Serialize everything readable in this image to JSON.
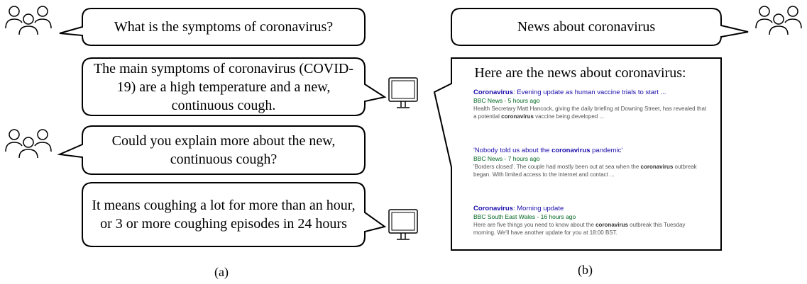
{
  "left_panel": {
    "caption": "(a)",
    "bubbles": [
      {
        "speaker": "user",
        "text": "What is the symptoms of coronavirus?"
      },
      {
        "speaker": "system",
        "text": "The main symptoms of coronavirus (COVID-19) are a high temperature and a new, continuous cough."
      },
      {
        "speaker": "user",
        "text": "Could you explain more about the new, continuous cough?"
      },
      {
        "speaker": "system",
        "text": "It means coughing a lot for more than an hour, or 3 or more coughing episodes in 24 hours"
      }
    ]
  },
  "right_panel": {
    "caption": "(b)",
    "query": {
      "speaker": "user",
      "text": "News about coronavirus"
    },
    "response": {
      "heading": "Here are the news about coronavirus:",
      "items": [
        {
          "title_bold": "Coronavirus",
          "title_rest": ": Evening update as human vaccine trials to start ...",
          "source": "BBC News - 5 hours ago",
          "snippet_1": "Health Secretary Matt Hancock, giving the daily briefing at Downing Street, has revealed that a potential ",
          "snippet_bold": "coronavirus",
          "snippet_2": " vaccine being developed ..."
        },
        {
          "title_pre": "'Nobody told us about the ",
          "title_bold": "coronavirus",
          "title_rest": " pandemic'",
          "source": "BBC News - 7 hours ago",
          "snippet_1": "'Borders closed'. The couple had mostly been out at sea when the ",
          "snippet_bold": "coronavirus",
          "snippet_2": " outbreak began. With limited access to the internet and contact ..."
        },
        {
          "title_bold": "Coronavirus",
          "title_rest": ": Morning update",
          "source": "BBC South East Wales - 16 hours ago",
          "snippet_1": "Here are five things you need to know about the ",
          "snippet_bold": "coronavirus",
          "snippet_2": " outbreak this Tuesday morning. We'll have another update for you at 18:00 BST."
        }
      ]
    }
  },
  "icons": {
    "user": "people-icon",
    "system": "monitor-icon"
  }
}
